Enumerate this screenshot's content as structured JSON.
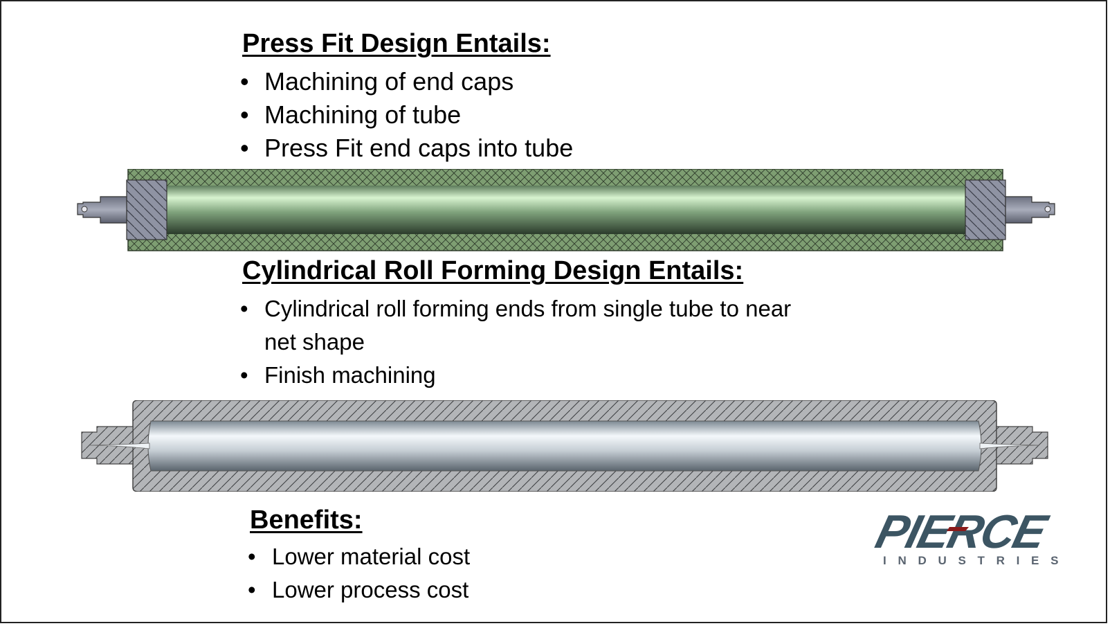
{
  "section1": {
    "heading": "Press Fit Design Entails:",
    "bullets": [
      "Machining of end caps",
      "Machining of tube",
      "Press Fit end caps into tube"
    ]
  },
  "section2": {
    "heading": "Cylindrical Roll Forming Design Entails:",
    "bullets": [
      "Cylindrical roll forming ends from single tube to near",
      "net shape",
      "Finish machining"
    ]
  },
  "section3": {
    "heading": "Benefits:",
    "bullets": [
      "Lower material cost",
      "Lower process cost"
    ]
  },
  "logo": {
    "name": "PIERCE",
    "subtitle": "I N D U S T R I E S",
    "color": "#3c5563",
    "accent": "#8b1a1a"
  },
  "colors": {
    "press_fit_shell": "#7e9e72",
    "end_cap": "#8f93a3",
    "roll_shell": "#b3b5b8"
  }
}
